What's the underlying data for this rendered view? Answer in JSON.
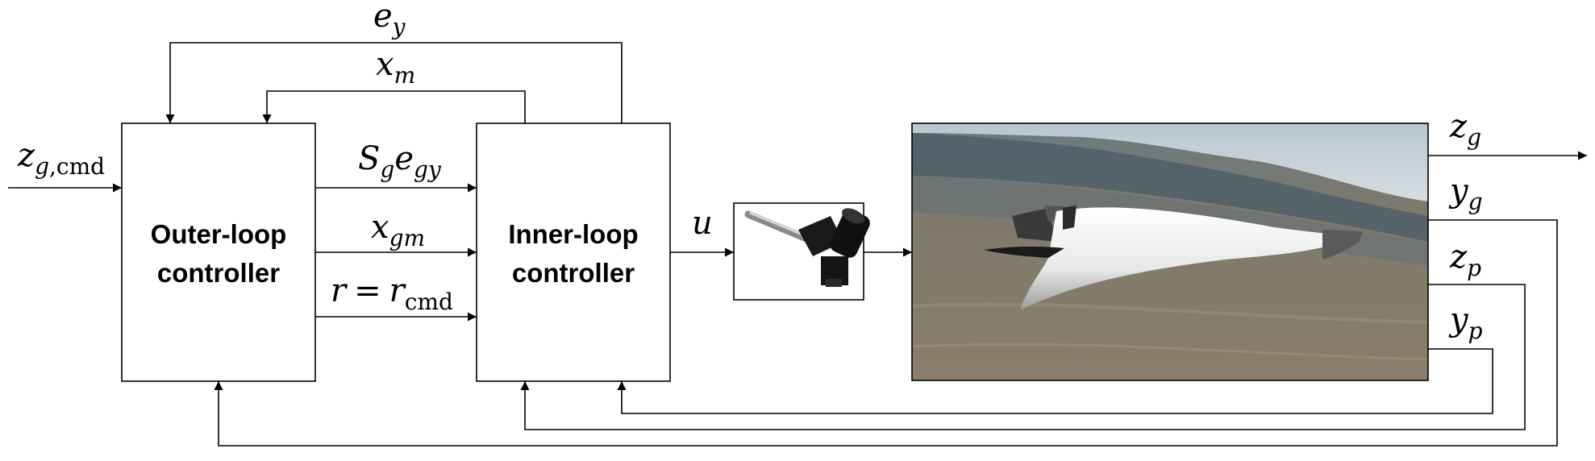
{
  "blocks": {
    "outer_loop": {
      "line1": "Outer-loop",
      "line2": "controller"
    },
    "inner_loop": {
      "line1": "Inner-loop",
      "line2": "controller"
    },
    "actuator": {
      "icon": "linear-actuator-icon"
    },
    "vehicle": {
      "icon": "hypersonic-vehicle-image"
    }
  },
  "signals": {
    "e_y": {
      "base": "e",
      "sub": "y"
    },
    "x_m": {
      "base": "x",
      "sub": "m"
    },
    "z_gcmd": {
      "base": "z",
      "sub": "g",
      "sub2": ",cmd"
    },
    "S_g_e_gy": {
      "base1": "S",
      "sub1": "g",
      "base2": "e",
      "sub2": "gy"
    },
    "x_gm": {
      "base": "x",
      "sub": "gm"
    },
    "r_eq": {
      "lhs": "r",
      "eq": "=",
      "rhs": "r",
      "sub": "cmd"
    },
    "u": {
      "base": "u"
    },
    "z_g": {
      "base": "z",
      "sub": "g"
    },
    "y_g": {
      "base": "y",
      "sub": "g"
    },
    "z_p": {
      "base": "z",
      "sub": "p"
    },
    "y_p": {
      "base": "y",
      "sub": "p"
    }
  }
}
